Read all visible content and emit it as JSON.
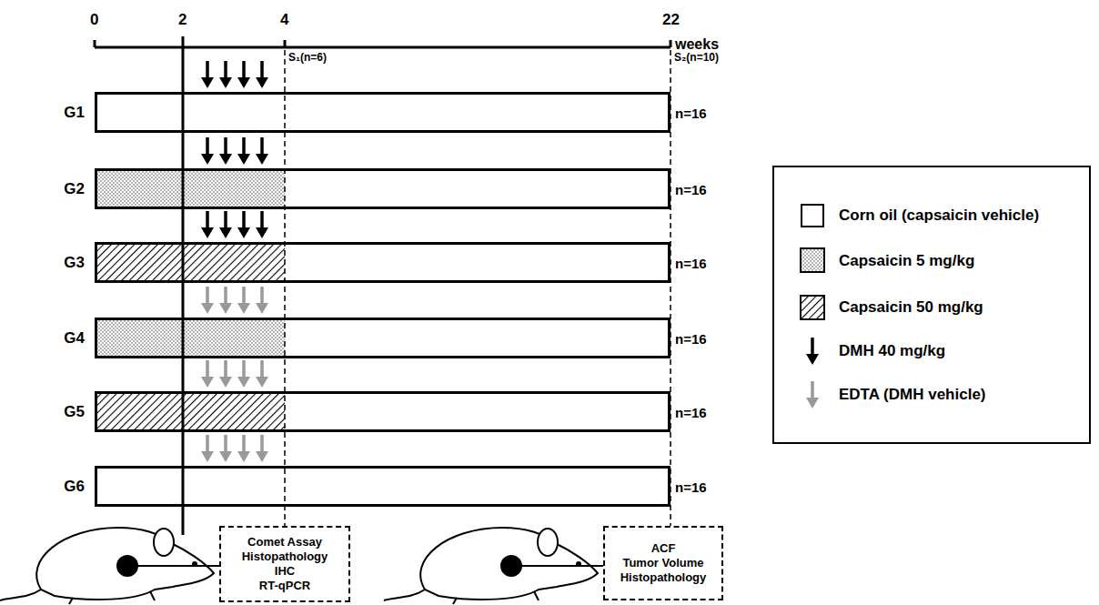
{
  "diagram": {
    "nodes": [
      {
        "text": [
          "G1",
          "n=16"
        ]
      },
      {
        "text": [
          "G2",
          "n=16"
        ]
      },
      {
        "text": [
          "G3",
          "n=16"
        ]
      },
      {
        "text": [
          "G4",
          "n=16"
        ]
      },
      {
        "text": [
          "G5",
          "n=16"
        ]
      },
      {
        "text": [
          "G6",
          "n=16"
        ]
      },
      {
        "text": [
          "Comet Assay",
          "Histopathology",
          "IHC",
          "RT-qPCR"
        ]
      },
      {
        "text": [
          "ACF",
          "Tumor Volume",
          "Histopathology"
        ]
      }
    ],
    "labels": [
      "0",
      "2",
      "4",
      "22",
      "weeks",
      "S₁(n=6)",
      "S₂(n=10)"
    ],
    "legend": [
      {
        "text": "Corn oil (capsaicin vehicle)",
        "color": "#ffffff"
      },
      {
        "text": "Capsaicin 5 mg/kg"
      },
      {
        "text": "Capsaicin 50 mg/kg"
      },
      {
        "text": "DMH 40 mg/kg"
      },
      {
        "text": "EDTA (DMH vehicle)"
      }
    ]
  }
}
